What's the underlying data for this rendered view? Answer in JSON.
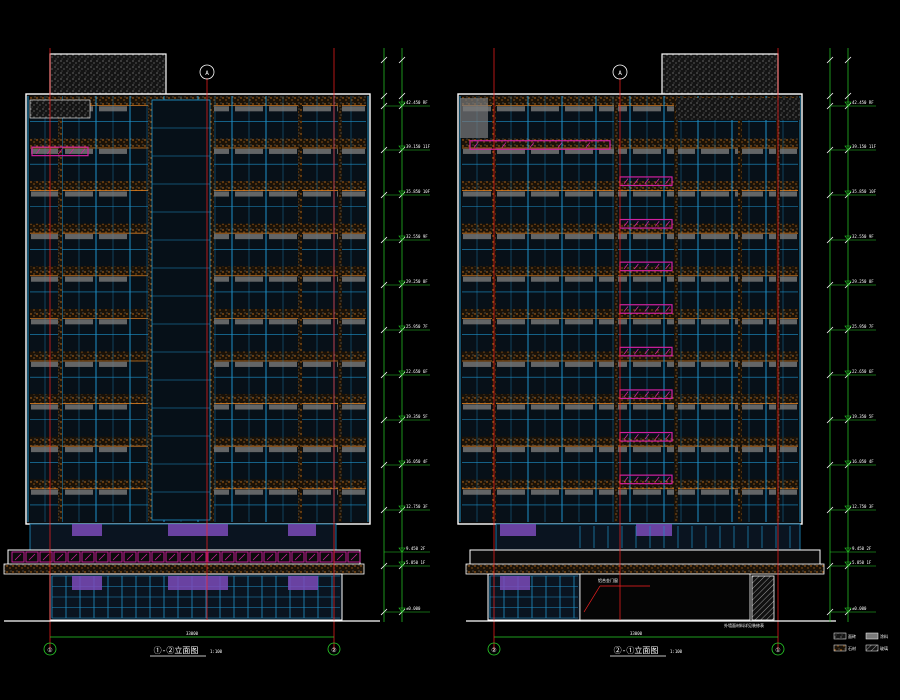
{
  "drawing": {
    "left": {
      "title": "①-②立面图",
      "scale": "1:100",
      "axis_start": "①",
      "axis_end": "②",
      "top_axis": "A",
      "total_dimension": "33000",
      "elevations": [
        "42.450",
        "39.150",
        "35.850",
        "32.550",
        "29.250",
        "25.950",
        "22.650",
        "19.350",
        "16.050",
        "12.750",
        "9.450",
        "5.850",
        "±0.000"
      ],
      "floors": [
        "RF",
        "11F",
        "10F",
        "9F",
        "8F",
        "7F",
        "6F",
        "5F",
        "4F",
        "3F",
        "2F",
        "1F"
      ]
    },
    "right": {
      "title": "②-①立面图",
      "scale": "1:100",
      "axis_start": "②",
      "axis_end": "①",
      "top_axis": "A",
      "total_dimension": "33000",
      "callout": "铝合金门窗",
      "note": "外墙面材料详见装修表",
      "elevations": [
        "42.450",
        "39.150",
        "35.850",
        "32.550",
        "29.250",
        "25.950",
        "22.650",
        "19.350",
        "16.050",
        "12.750",
        "9.450",
        "5.850",
        "±0.000"
      ],
      "floors": [
        "RF",
        "11F",
        "10F",
        "9F",
        "8F",
        "7F",
        "6F",
        "5F",
        "4F",
        "3F",
        "2F",
        "1F"
      ]
    },
    "legend": [
      "面砖",
      "涂料",
      "石材",
      "玻璃"
    ],
    "colors": {
      "background": "#000000",
      "outline": "#ffffff",
      "glazing": "#1e90c8",
      "band": "#d2781e",
      "spandrel": "#7a7a7a",
      "balcony": "#d020a0",
      "dimension": "#28d228",
      "axis": "#ff2020",
      "purple_panel": "#7a4ab8"
    }
  }
}
